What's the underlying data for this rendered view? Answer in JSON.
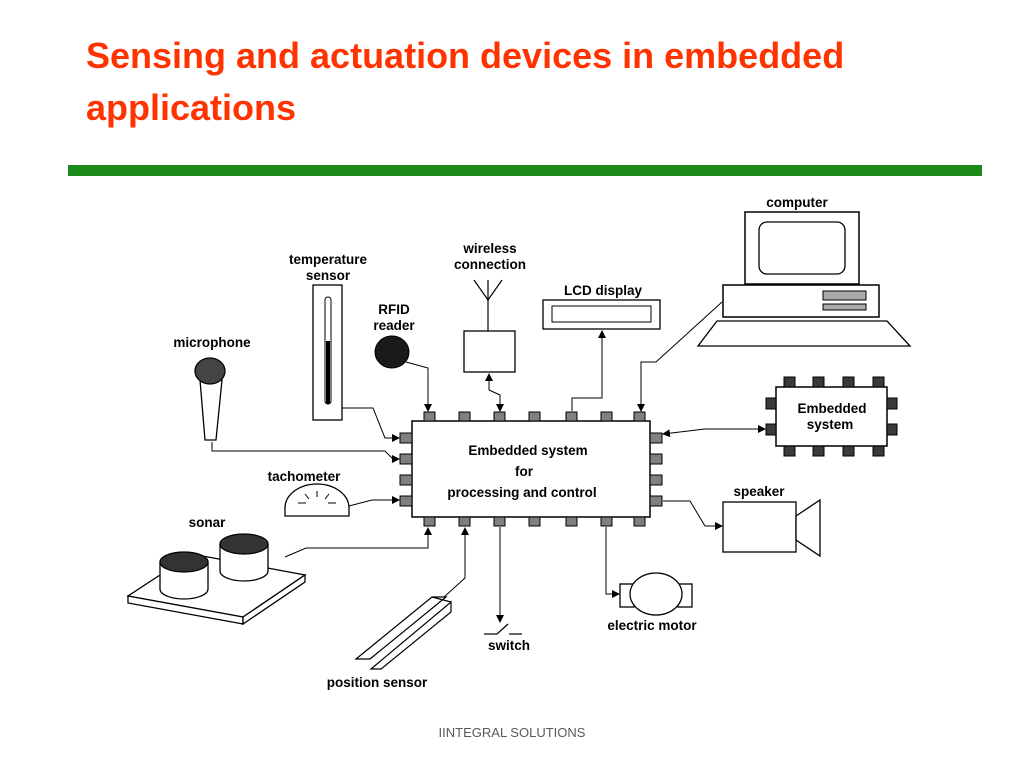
{
  "slide": {
    "title": "Sensing and actuation devices in embedded applications",
    "accent_color": "#ff3300",
    "rule_color": "#1b8a1b",
    "footer": "IINTEGRAL SOLUTIONS"
  },
  "diagram": {
    "core_lines": [
      "Embedded system",
      "for",
      "processing and control"
    ],
    "devices": {
      "computer": "computer",
      "wireless": [
        "wireless",
        "connection"
      ],
      "temperature": [
        "temperature",
        "sensor"
      ],
      "lcd": "LCD display",
      "rfid": [
        "RFID",
        "reader"
      ],
      "microphone": "microphone",
      "embedded_system": [
        "Embedded",
        "system"
      ],
      "tachometer": "tachometer",
      "speaker": "speaker",
      "sonar": "sonar",
      "switch": "switch",
      "electric_motor": "electric motor",
      "position_sensor": "position sensor"
    }
  }
}
